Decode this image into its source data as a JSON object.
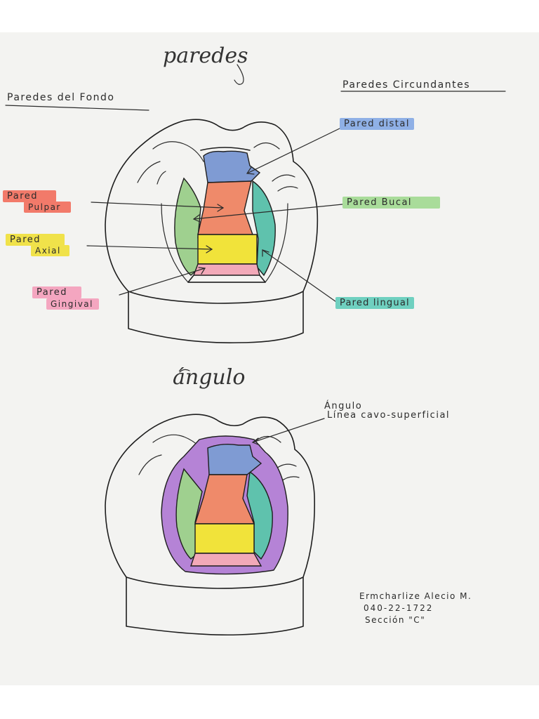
{
  "titles": {
    "top": "paredes",
    "bottom": "ángulo"
  },
  "sections": {
    "fondo": "Paredes del Fondo",
    "circundantes": "Paredes Circundantes"
  },
  "labels": {
    "pared_distal": "Pared distal",
    "pared_bucal": "Pared Bucal",
    "pared_lingual": "Pared lingual",
    "pared_pulpar_1": "Pared",
    "pared_pulpar_2": "Pulpar",
    "pared_axial_1": "Pared",
    "pared_axial_2": "Axial",
    "pared_gingival_1": "Pared",
    "pared_gingival_2": "Gingival",
    "angulo_1": "Ángulo",
    "angulo_2": "Línea cavo-superficial"
  },
  "signature": {
    "name": "Ermcharlize Alecio M.",
    "id": "040-22-1722",
    "section": "Sección \"C\""
  },
  "colors": {
    "distal": "#7f9bd3",
    "pulpar": "#ef8a6a",
    "axial": "#f1e33a",
    "gingival": "#f2a9b8",
    "bucal": "#9fd08f",
    "lingual": "#5fc2ad",
    "angulo": "#b583d6",
    "highlight_red": "#f27a6a",
    "highlight_yellow": "#f0e24a",
    "highlight_pink": "#f4a6c0",
    "highlight_blue": "#8fb0e6",
    "highlight_green": "#a9dc9a",
    "highlight_teal": "#6fd0c0"
  }
}
